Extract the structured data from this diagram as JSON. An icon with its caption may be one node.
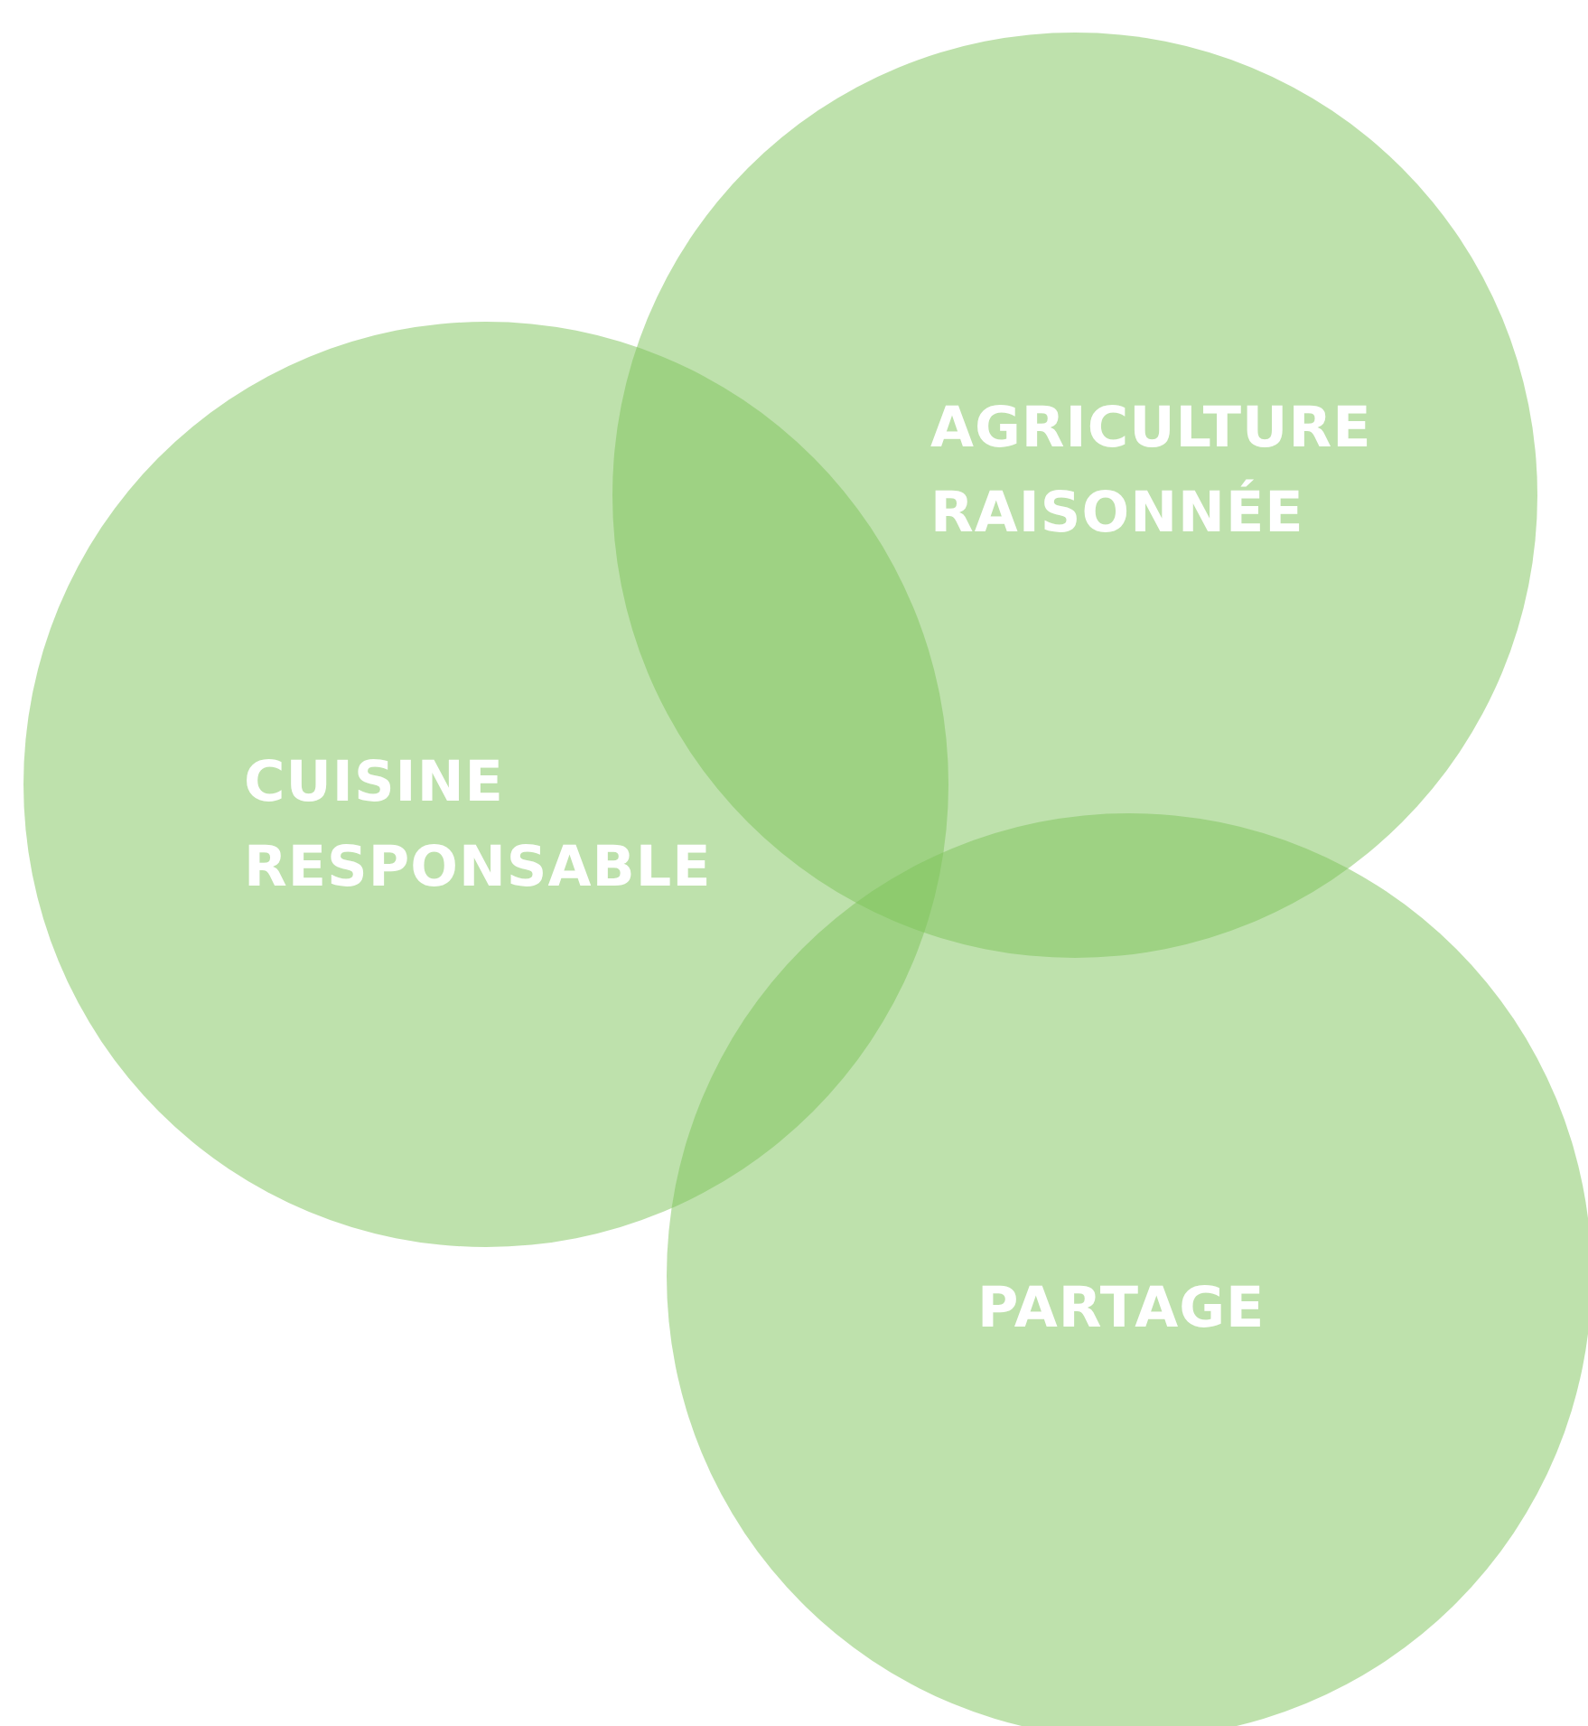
{
  "diagram": {
    "nodes": [
      {
        "text": [
          "AGRICULTURE RAISONNÉE"
        ]
      },
      {
        "text": [
          "CUISINE RESPONSABLE"
        ]
      },
      {
        "text": [
          "PARTAGE"
        ]
      }
    ]
  }
}
